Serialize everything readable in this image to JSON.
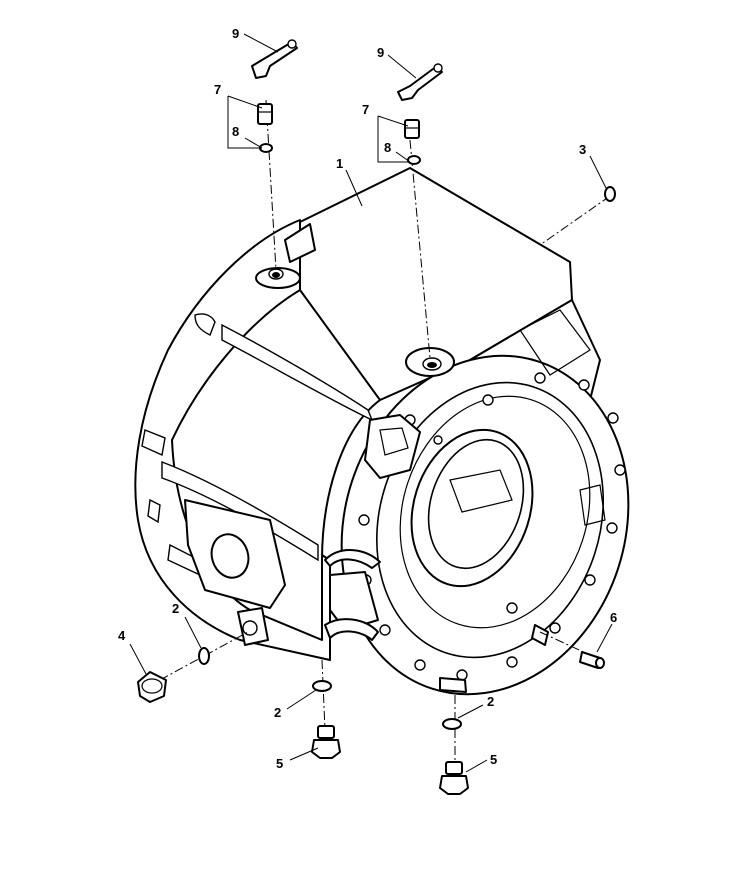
{
  "diagram": {
    "callouts": [
      {
        "id": "c9a",
        "label": "9"
      },
      {
        "id": "c7a",
        "label": "7"
      },
      {
        "id": "c8a",
        "label": "8"
      },
      {
        "id": "c9b",
        "label": "9"
      },
      {
        "id": "c7b",
        "label": "7"
      },
      {
        "id": "c8b",
        "label": "8"
      },
      {
        "id": "c1",
        "label": "1"
      },
      {
        "id": "c3",
        "label": "3"
      },
      {
        "id": "c2a",
        "label": "2"
      },
      {
        "id": "c4",
        "label": "4"
      },
      {
        "id": "c2b",
        "label": "2"
      },
      {
        "id": "c5a",
        "label": "5"
      },
      {
        "id": "c2c",
        "label": "2"
      },
      {
        "id": "c5b",
        "label": "5"
      },
      {
        "id": "c6",
        "label": "6"
      }
    ]
  }
}
